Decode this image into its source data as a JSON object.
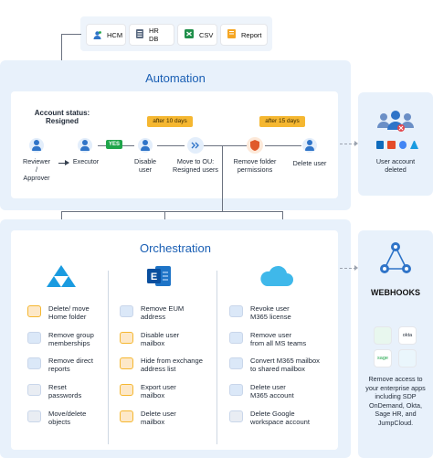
{
  "sources": [
    {
      "label": "HCM",
      "icon": "hcm-icon"
    },
    {
      "label": "HR DB",
      "icon": "hr-db-icon"
    },
    {
      "label": "CSV",
      "icon": "csv-icon"
    },
    {
      "label": "Report",
      "icon": "report-icon"
    }
  ],
  "automation": {
    "title": "Automation",
    "account_status": "Account status:\nResigned",
    "reviewer": "Reviewer\n/\nApprover",
    "executor": "Executor",
    "yes": "YES",
    "after10": "after 10 days",
    "after15": "after 15 days",
    "steps": [
      {
        "label": "Disable\nuser"
      },
      {
        "label": "Move to OU:\nResigned users"
      },
      {
        "label": "Remove folder\npermissions"
      },
      {
        "label": "Delete user"
      }
    ]
  },
  "deleted_panel": {
    "label": "User account\ndeleted"
  },
  "orchestration": {
    "title": "Orchestration",
    "columns": [
      {
        "icon": "active-directory-icon",
        "items": [
          {
            "label": "Delete/ move\nHome folder",
            "icon": "folder-icon"
          },
          {
            "label": "Remove group\nmemberships",
            "icon": "group-icon"
          },
          {
            "label": "Remove direct\nreports",
            "icon": "reports-icon"
          },
          {
            "label": "Reset\npasswords",
            "icon": "password-icon"
          },
          {
            "label": "Move/delete\nobjects",
            "icon": "objects-icon"
          }
        ]
      },
      {
        "icon": "exchange-icon",
        "items": [
          {
            "label": "Remove EUM\naddress",
            "icon": "eum-icon"
          },
          {
            "label": "Disable user\nmailbox",
            "icon": "mailbox-icon"
          },
          {
            "label": "Hide from exchange\naddress list",
            "icon": "hide-icon"
          },
          {
            "label": "Export user\nmailbox",
            "icon": "export-icon"
          },
          {
            "label": "Delete user\nmailbox",
            "icon": "delete-mailbox-icon"
          }
        ]
      },
      {
        "icon": "cloud-icon",
        "items": [
          {
            "label": "Revoke user\nM365 license",
            "icon": "license-icon"
          },
          {
            "label": "Remove user\nfrom all MS teams",
            "icon": "teams-icon"
          },
          {
            "label": "Convert M365 mailbox\nto shared mailbox",
            "icon": "shared-mailbox-icon"
          },
          {
            "label": "Delete user\nM365 account",
            "icon": "m365-account-icon"
          },
          {
            "label": "Delete Google\nworkspace account",
            "icon": "google-icon"
          }
        ]
      }
    ]
  },
  "webhooks": {
    "title": "WEBHOOKS",
    "apps": [
      {
        "label": "",
        "icon": "sdp-icon"
      },
      {
        "label": "okta",
        "icon": "okta-icon"
      },
      {
        "label": "sage",
        "icon": "sage-icon"
      },
      {
        "label": "",
        "icon": "jumpcloud-icon"
      }
    ],
    "description": "Remove access to\nyour enterprise apps\nincluding SDP\nOnDemand, Okta,\nSage HR, and\nJumpCloud."
  }
}
